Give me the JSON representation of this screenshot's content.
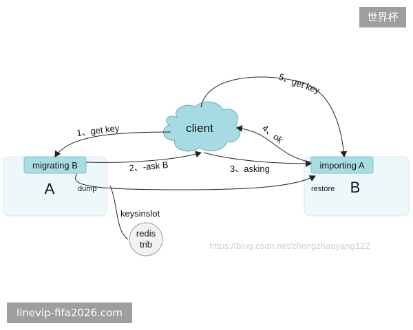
{
  "nodes": {
    "client": "client",
    "migrating": "migrating B",
    "importing": "importing A",
    "node_a": "A",
    "node_b": "B",
    "redis_trib_line1": "redis",
    "redis_trib_line2": "trib"
  },
  "edges": {
    "get_key_1": "1、get key",
    "ask_b_2": "2、-ask B",
    "asking_3": "3、asking",
    "ok_4": "4、ok",
    "get_key_5": "5、get key",
    "dump": "dump",
    "restore": "restore",
    "keysinslot": "keysinslot"
  },
  "watermarks": {
    "url": "https://blog.csdn.net/zhengzhaoyang122",
    "top_badge": "世界杯",
    "bottom_badge": "linevip-fifa2026.com"
  }
}
